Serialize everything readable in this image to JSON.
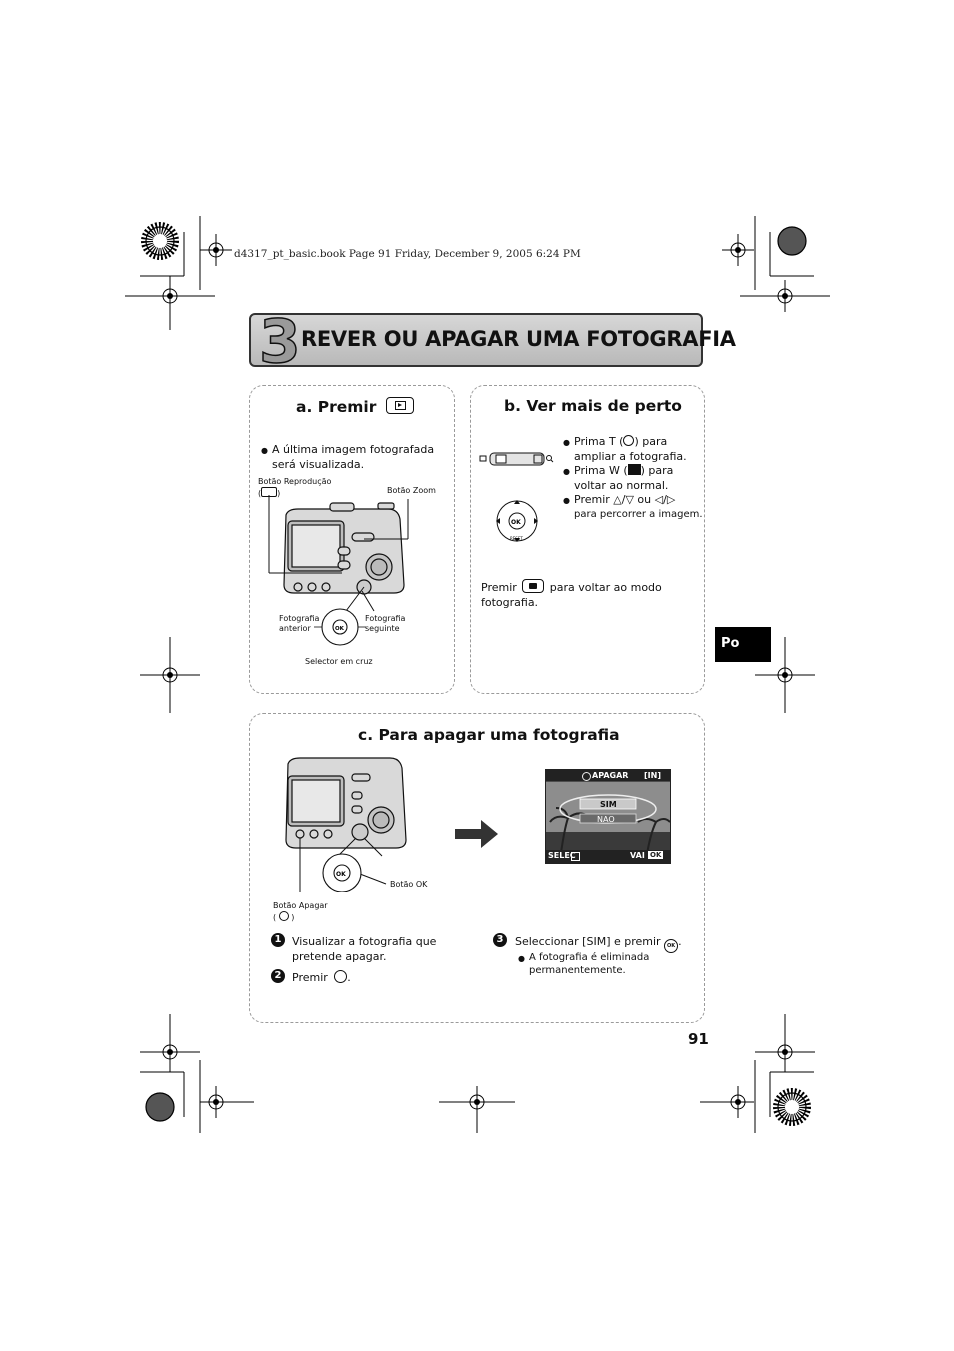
{
  "file_header": "d4317_pt_basic.book  Page 91  Friday, December 9, 2005  6:24 PM",
  "title": {
    "number": "3",
    "text": "REVER OU APAGAR UMA FOTOGRAFIA"
  },
  "section_a": {
    "heading": "a. Premir",
    "bullet": [
      "A última imagem fotografada",
      "será visualizada."
    ],
    "labels": {
      "playback_line1": "Botão Reprodução",
      "playback_line2": "(",
      "playback_line2_end": ")",
      "zoom": "Botão Zoom",
      "prev_line1": "Fotografia",
      "prev_line2": "anterior",
      "next_line1": "Fotografia",
      "next_line2": "seguinte",
      "selector": "Selector em cruz"
    }
  },
  "section_b": {
    "heading": "b. Ver mais de perto",
    "bullets": [
      [
        "Prima T (",
        ") para",
        "ampliar a fotografia."
      ],
      [
        "Prima W (",
        ") para",
        "voltar ao normal."
      ],
      [
        "Premir ",
        "/",
        " ou ",
        "/",
        "para percorrer a imagem."
      ]
    ],
    "return_text": [
      "Premir",
      "para voltar ao modo",
      "fotografia."
    ],
    "ok_label": "OK",
    "reset_label": "RESET"
  },
  "section_c": {
    "heading": "c. Para apagar uma fotografia",
    "ok_button": "Botão OK",
    "erase_line1": "Botão Apagar",
    "erase_line2": "(",
    "erase_line2_end": ")",
    "steps": [
      {
        "num": "1",
        "lines": [
          "Visualizar a fotografia que",
          "pretende apagar."
        ]
      },
      {
        "num": "2",
        "text": "Premir"
      },
      {
        "num": "3",
        "text": "Seleccionar [SIM] e premir",
        "sub": [
          "A fotografia é eliminada",
          "permanentemente."
        ]
      }
    ],
    "screen": {
      "title": "APAGAR",
      "badge": "[IN]",
      "yes": "SIM",
      "no": "NAO",
      "select": "SELEC",
      "go": "VAI",
      "ok": "OK"
    }
  },
  "lang_tab": "Po",
  "page_number": "91"
}
